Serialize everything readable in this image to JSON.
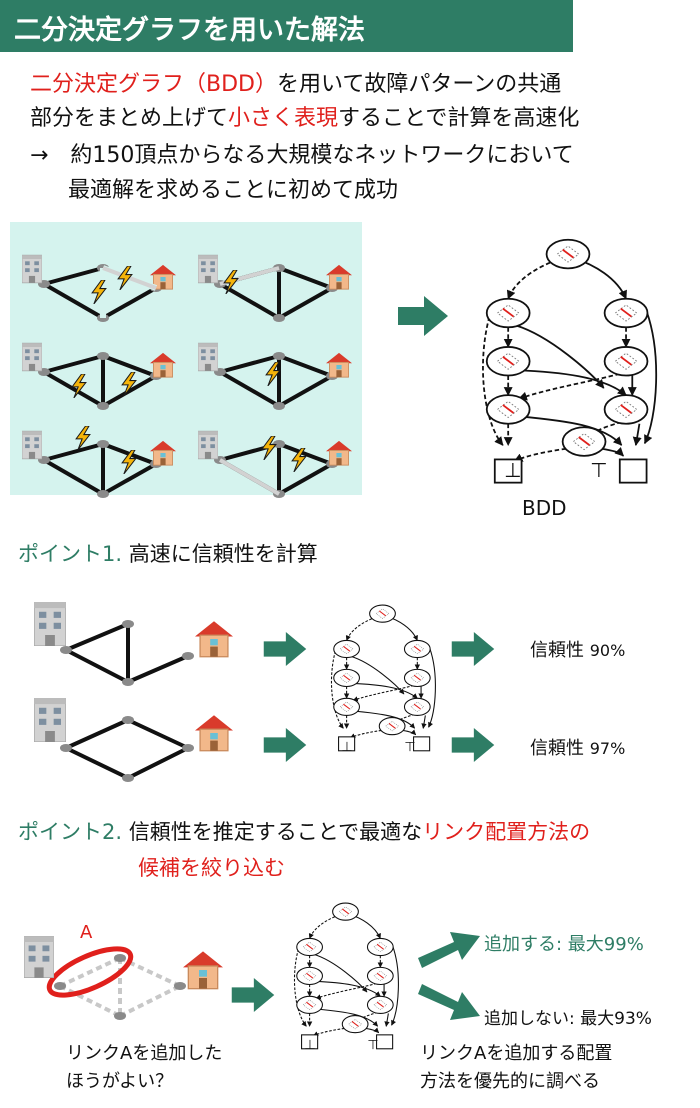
{
  "title": "二分決定グラフを用いた解法",
  "intro": {
    "line1_red": "二分決定グラフ（BDD）",
    "line1_rest": "を用いて故障パターンの共通",
    "line2_a": "部分をまとめ上げて",
    "line2_red": "小さく表現",
    "line2_b": "することで計算を高速化",
    "line3": "→　約150頂点からなる大規模なネットワークにおいて",
    "line4": "最適解を求めることに初めて成功"
  },
  "bdd_caption": "BDD",
  "terminal_false": "⊥",
  "terminal_true": "⊤",
  "point1": {
    "prefix": "ポイント1.",
    "text": "高速に信頼性を計算"
  },
  "results": [
    {
      "label": "信頼性",
      "value": "90%"
    },
    {
      "label": "信頼性",
      "value": "97%"
    }
  ],
  "point2": {
    "prefix": "ポイント2.",
    "text_a": "信頼性を推定することで最適な",
    "text_red": "リンク配置方法の",
    "line2": "候補を絞り込む"
  },
  "link_label": "A",
  "question": {
    "line1": "リンクAを追加した",
    "line2": "ほうがよい？"
  },
  "add_yes": "追加する: 最大99%",
  "add_no": "追加しない: 最大93%",
  "conclusion": {
    "line1": "リンクAを追加する配置",
    "line2": "方法を優先的に調べる"
  },
  "colors": {
    "accent": "#2e7d65",
    "highlight": "#e0201c",
    "panel": "#d5f3ee",
    "lightning": "#f5b40a"
  }
}
